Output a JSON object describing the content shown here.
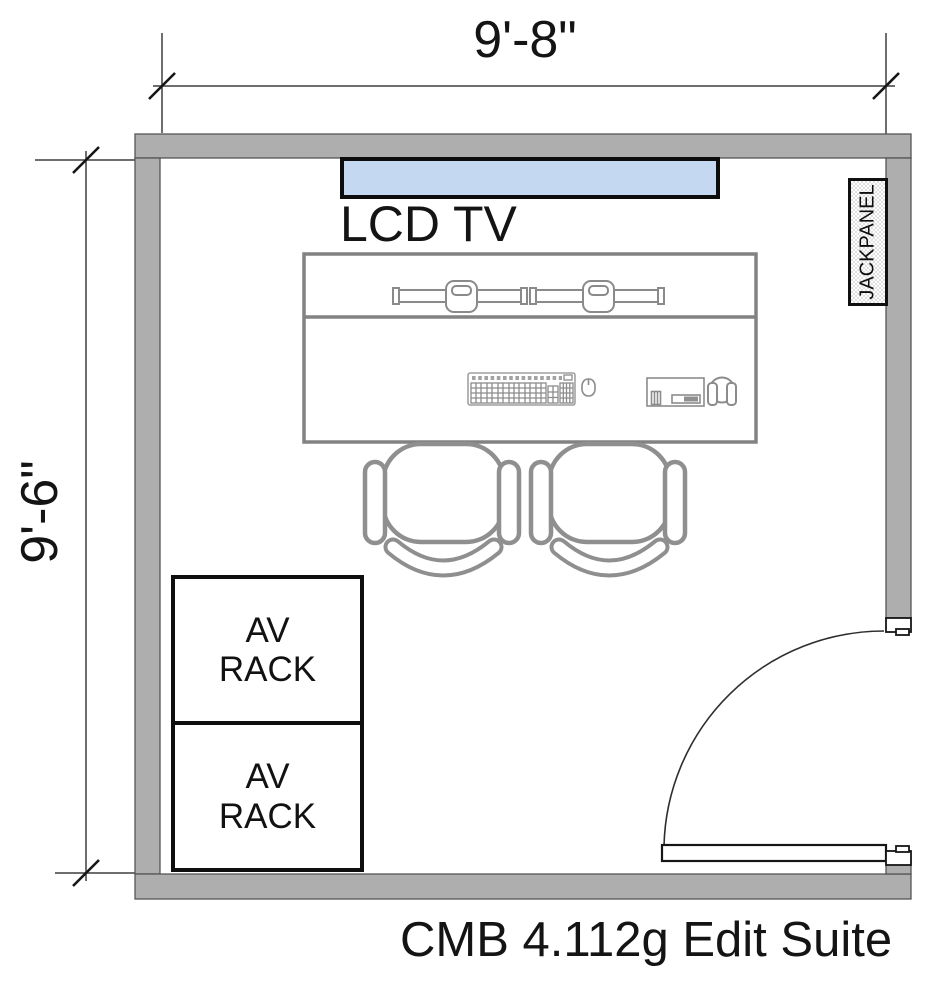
{
  "title": "CMB 4.112g Edit Suite",
  "dimensions": {
    "width_label": "9'-8\"",
    "height_label": "9'-6\""
  },
  "room": {
    "lcd_tv_label": "LCD TV",
    "jackpanel_label": "JACKPANEL",
    "av_racks": [
      {
        "label": "AV\nRACK"
      },
      {
        "label": "AV\nRACK"
      }
    ]
  },
  "colors": {
    "wall_fill": "#AEAEAE",
    "lcd_tv_fill": "#C5D8F1",
    "furniture_stroke": "#858585",
    "chair_stroke": "#8F8F8F",
    "line_black": "#111111"
  }
}
